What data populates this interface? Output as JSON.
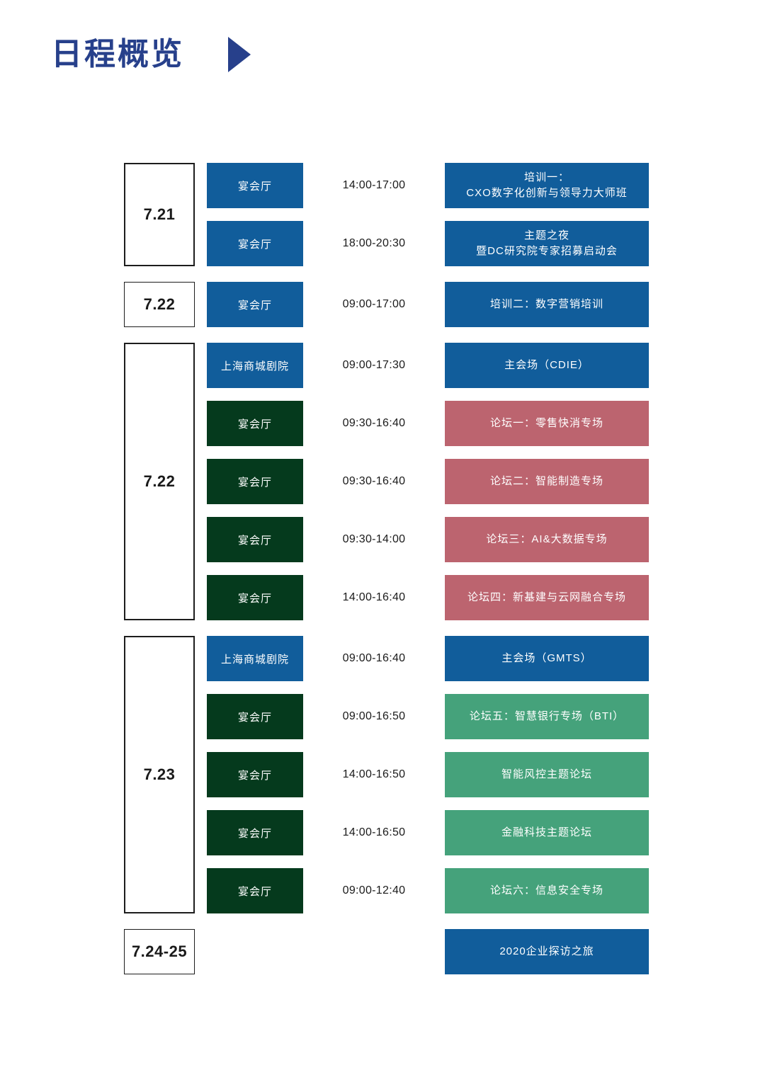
{
  "header": {
    "title": "日程概览",
    "play_icon": "play-triangle-icon",
    "accent_color": "#27408B"
  },
  "palette": {
    "blue": "#115D9B",
    "dark_green": "#053A1D",
    "rose": "#BC646F",
    "teal": "#45A27B",
    "title_blue": "#27408B",
    "border": "#1d1d1d"
  },
  "schedule": {
    "groups": [
      {
        "date": "7.21",
        "rows": [
          {
            "venue": "宴会厅",
            "venue_color": "blue",
            "time": "14:00-17:00",
            "session_line1": "培训一：",
            "session_line2": "CXO数字化创新与领导力大师班",
            "session_color": "blue"
          },
          {
            "venue": "宴会厅",
            "venue_color": "blue",
            "time": "18:00-20:30",
            "session_line1": "主题之夜",
            "session_line2": "暨DC研究院专家招募启动会",
            "session_color": "blue"
          }
        ]
      },
      {
        "date": "7.22",
        "rows": [
          {
            "venue": "宴会厅",
            "venue_color": "blue",
            "time": "09:00-17:00",
            "session_line1": "培训二：数字营销培训",
            "session_line2": "",
            "session_color": "blue"
          }
        ]
      },
      {
        "date": "7.22",
        "rows": [
          {
            "venue": "上海商城剧院",
            "venue_color": "blue",
            "time": "09:00-17:30",
            "session_line1": "主会场（CDIE）",
            "session_line2": "",
            "session_color": "blue"
          },
          {
            "venue": "宴会厅",
            "venue_color": "green",
            "time": "09:30-16:40",
            "session_line1": "论坛一：零售快消专场",
            "session_line2": "",
            "session_color": "rose"
          },
          {
            "venue": "宴会厅",
            "venue_color": "green",
            "time": "09:30-16:40",
            "session_line1": "论坛二：智能制造专场",
            "session_line2": "",
            "session_color": "rose"
          },
          {
            "venue": "宴会厅",
            "venue_color": "green",
            "time": "09:30-14:00",
            "session_line1": "论坛三：AI&大数据专场",
            "session_line2": "",
            "session_color": "rose"
          },
          {
            "venue": "宴会厅",
            "venue_color": "green",
            "time": "14:00-16:40",
            "session_line1": "论坛四：新基建与云网融合专场",
            "session_line2": "",
            "session_color": "rose"
          }
        ]
      },
      {
        "date": "7.23",
        "rows": [
          {
            "venue": "上海商城剧院",
            "venue_color": "blue",
            "time": "09:00-16:40",
            "session_line1": "主会场（GMTS）",
            "session_line2": "",
            "session_color": "blue"
          },
          {
            "venue": "宴会厅",
            "venue_color": "green",
            "time": "09:00-16:50",
            "session_line1": "论坛五：智慧银行专场（BTI）",
            "session_line2": "",
            "session_color": "teal"
          },
          {
            "venue": "宴会厅",
            "venue_color": "green",
            "time": "14:00-16:50",
            "session_line1": "智能风控主题论坛",
            "session_line2": "",
            "session_color": "teal"
          },
          {
            "venue": "宴会厅",
            "venue_color": "green",
            "time": "14:00-16:50",
            "session_line1": "金融科技主题论坛",
            "session_line2": "",
            "session_color": "teal"
          },
          {
            "venue": "宴会厅",
            "venue_color": "green",
            "time": "09:00-12:40",
            "session_line1": "论坛六：信息安全专场",
            "session_line2": "",
            "session_color": "teal"
          }
        ]
      },
      {
        "date": "7.24-25",
        "rows": [
          {
            "venue": "",
            "venue_color": "empty",
            "time": "",
            "session_line1": "2020企业探访之旅",
            "session_line2": "",
            "session_color": "blue"
          }
        ]
      }
    ]
  }
}
